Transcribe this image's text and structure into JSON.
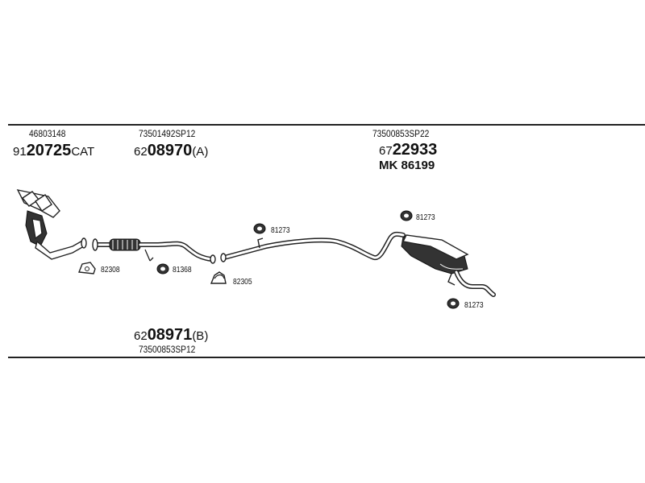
{
  "top_labels": {
    "manifold": {
      "ref": "46803148",
      "prefix": "91",
      "number": "20725",
      "suffix": "CAT"
    },
    "front_pipe": {
      "ref": "73501492SP12",
      "prefix": "62",
      "number": "08970",
      "suffix": "(A)"
    },
    "rear_section": {
      "ref": "73500853SP22",
      "prefix": "67",
      "number": "22933",
      "mk": "MK  86199"
    }
  },
  "bottom_label": {
    "prefix": "62",
    "number": "08971",
    "suffix": "(B)",
    "ref": "73500853SP12"
  },
  "parts": {
    "gasket_1": "82308",
    "ring_1": "81368",
    "clamp_1": "82305",
    "hanger_1": "81273",
    "hanger_2": "81273",
    "hanger_3": "81273"
  }
}
